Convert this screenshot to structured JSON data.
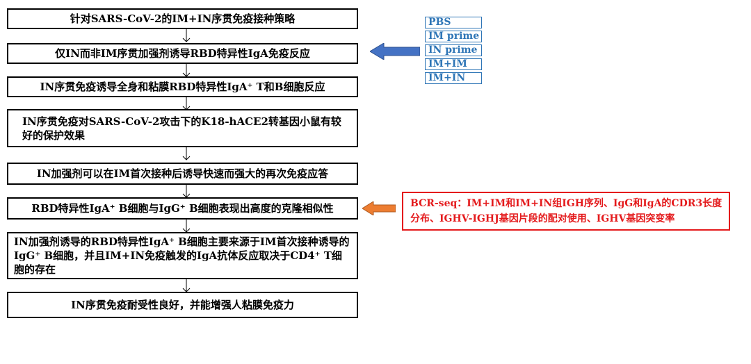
{
  "flow": {
    "steps": [
      "针对SARS-CoV-2的IM+IN序贯免疫接种策略",
      "仅IN而非IM序贯加强剂诱导RBD特异性IgA免疫反应",
      "IN序贯免疫诱导全身和粘膜RBD特异性IgA⁺ T和B细胞反应",
      "IN序贯免疫对SARS-CoV-2攻击下的K18-hACE2转基因小鼠有较好的保护效果",
      "IN加强剂可以在IM首次接种后诱导快速而强大的再次免疫应答",
      "RBD特异性IgA⁺ B细胞与IgG⁺ B细胞表现出高度的克隆相似性",
      "IN加强剂诱导的RBD特异性IgA⁺ B细胞主要来源于IM首次接种诱导的IgG⁺ B细胞，并且IM+IN免疫触发的IgA抗体反应取决于CD4⁺ T细胞的存在",
      "IN序贯免疫耐受性良好，并能增强人粘膜免疫力"
    ]
  },
  "legend": {
    "items": [
      "PBS",
      "IM prime",
      "IN prime",
      "IM+IM",
      "IM+IN"
    ],
    "color": "#2e75b6"
  },
  "note": {
    "text": "BCR-seq：IM+IM和IM+IN组IGH序列、IgG和IgA的CDR3长度分布、IGHV-IGHJ基因片段的配对使用、IGHV基因突变率",
    "color": "#e41a1c"
  },
  "arrows": {
    "blue_color": "#4472c4",
    "orange_color": "#ed7d31"
  }
}
